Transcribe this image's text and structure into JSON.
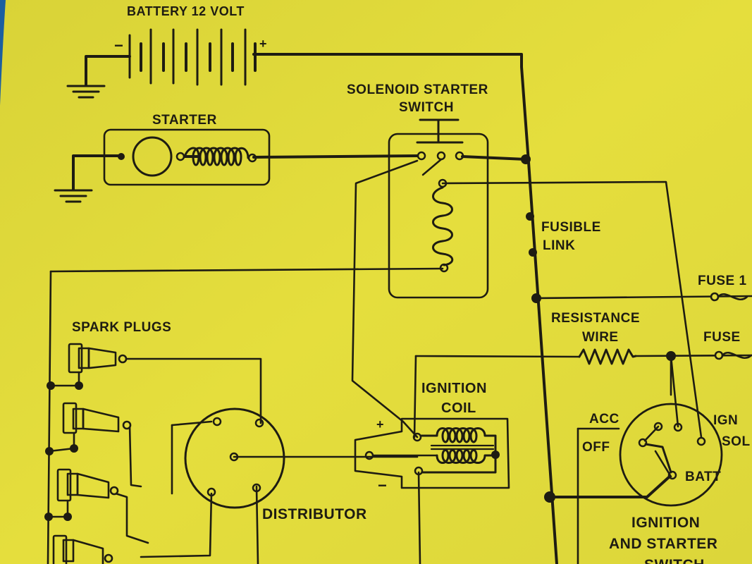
{
  "diagram": {
    "battery_label": "BATTERY 12 VOLT",
    "battery_minus": "−",
    "battery_plus": "+",
    "starter_label": "STARTER",
    "solenoid_label_line1": "SOLENOID STARTER",
    "solenoid_label_line2": "SWITCH",
    "fusible_link_line1": "FUSIBLE",
    "fusible_link_line2": "LINK",
    "fuse_1": "FUSE 1",
    "fuse_2": "FUSE",
    "resistance_wire_line1": "RESISTANCE",
    "resistance_wire_line2": "WIRE",
    "spark_plugs_label": "SPARK PLUGS",
    "ignition_coil_line1": "IGNITION",
    "ignition_coil_line2": "COIL",
    "coil_plus": "+",
    "coil_minus": "−",
    "distributor_label": "DISTRIBUTOR",
    "acc_label": "ACC",
    "off_label": "OFF",
    "ign_label": "IGN",
    "sol_label": "SOL",
    "batt_label": "BATT",
    "switch_label_line1": "IGNITION",
    "switch_label_line2": "AND STARTER",
    "switch_label_line3": "SWITCH"
  },
  "colors": {
    "paper": "#e3dc3c",
    "ink": "#1e1c12",
    "binder_edge": "#1c5fa0"
  }
}
